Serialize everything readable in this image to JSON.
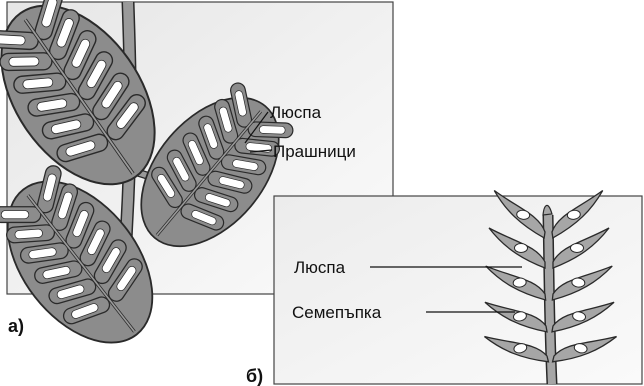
{
  "panel_a": {
    "tag": "а)",
    "labels": {
      "scale": "Люспа",
      "sporangia": "Прашници"
    }
  },
  "panel_b": {
    "tag": "б)",
    "labels": {
      "scale": "Люспа",
      "ovule": "Семепъпка"
    }
  }
}
